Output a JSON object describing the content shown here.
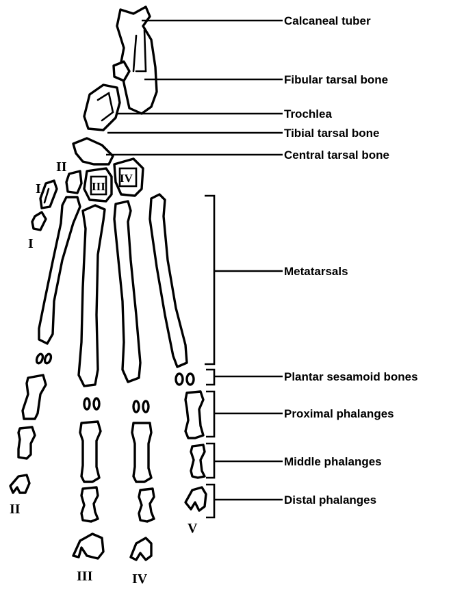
{
  "labels": {
    "calcaneal_tuber": "Calcaneal tuber",
    "fibular_tarsal": "Fibular tarsal bone",
    "trochlea": "Trochlea",
    "tibial_tarsal": "Tibial tarsal bone",
    "central_tarsal": "Central tarsal bone",
    "metatarsals": "Metatarsals",
    "plantar_sesamoid": "Plantar sesamoid bones",
    "proximal_phalanges": "Proximal phalanges",
    "middle_phalanges": "Middle phalanges",
    "distal_phalanges": "Distal phalanges"
  },
  "numerals": {
    "tarsal_I": "I",
    "tarsal_II": "II",
    "tarsal_III": "III",
    "tarsal_IV": "IV",
    "metatarsal_I": "I",
    "digit_II": "II",
    "digit_III": "III",
    "digit_IV": "IV",
    "digit_V": "V"
  },
  "colors": {
    "ink": "#000000",
    "background": "#ffffff"
  }
}
